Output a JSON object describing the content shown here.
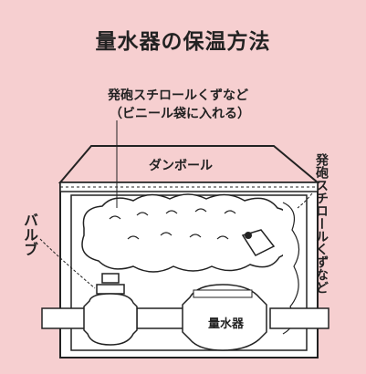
{
  "title": "量水器の保温方法",
  "labels": {
    "foam_bag_line1": "発砲スチロールくずなど",
    "foam_bag_line2": "（ビニール袋に入れる）",
    "cardboard": "ダンボール",
    "foam_side": "発砲スチロールくずなど",
    "valve": "バルブ",
    "meter": "量水器"
  },
  "colors": {
    "background": "#f6cfd0",
    "line": "#222222",
    "white": "#ffffff"
  }
}
